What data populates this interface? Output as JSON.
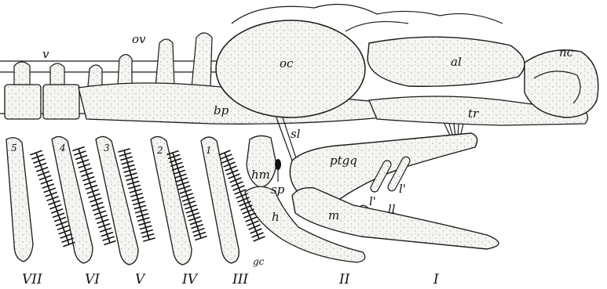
{
  "labels": {
    "v": "v",
    "ov": "ov",
    "oc": "oc",
    "al": "al",
    "nc": "nc",
    "bp": "bp",
    "tr": "tr",
    "sl": "sl",
    "ptgq": "ptgq",
    "hm": "hm",
    "sp": "sp",
    "h": "h",
    "m": "m",
    "l1": "l'",
    "l2": "l'",
    "ll": "ll",
    "gc": "gc"
  },
  "gill_arch_numbers": [
    "5",
    "4",
    "3",
    "2",
    "1"
  ],
  "arch_roman_numerals": [
    "VII",
    "VI",
    "V",
    "IV",
    "III",
    "II",
    "I"
  ],
  "colors": {
    "ink": "#111111",
    "fill": "#f4f4f1"
  }
}
